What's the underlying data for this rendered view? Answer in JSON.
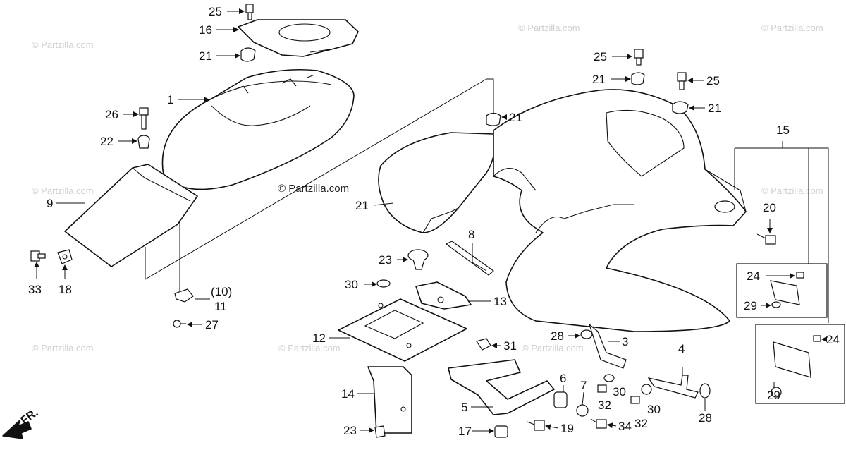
{
  "watermark": "© Partzilla.com",
  "center_watermark": "© Partzilla.com",
  "direction_label": "FR.",
  "callouts": {
    "c1": "1",
    "c3": "3",
    "c4": "4",
    "c5": "5",
    "c6": "6",
    "c7": "7",
    "c8": "8",
    "c9": "9",
    "c10": "(10)",
    "c11": "11",
    "c12": "12",
    "c13": "13",
    "c14": "14",
    "c15": "15",
    "c16": "16",
    "c17": "17",
    "c18": "18",
    "c19": "19",
    "c20": "20",
    "c21a": "21",
    "c21b": "21",
    "c21c": "21",
    "c21d": "21",
    "c21e": "21",
    "c22": "22",
    "c23a": "23",
    "c23b": "23",
    "c24a": "24",
    "c24b": "24",
    "c25a": "25",
    "c25b": "25",
    "c25c": "25",
    "c26": "26",
    "c27": "27",
    "c28a": "28",
    "c28b": "28",
    "c29a": "29",
    "c29b": "29",
    "c30a": "30",
    "c30b": "30",
    "c30c": "30",
    "c31": "31",
    "c32a": "32",
    "c32b": "32",
    "c33": "33",
    "c34": "34"
  }
}
